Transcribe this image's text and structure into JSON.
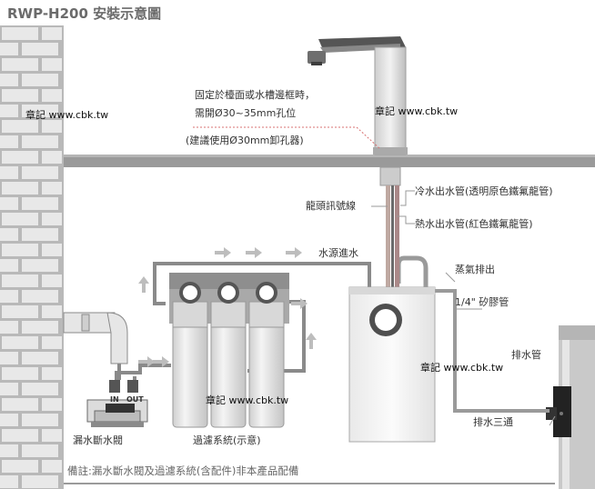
{
  "title": "RWP-H200 安裝示意圖",
  "labels": {
    "install_line1": "固定於檯面或水槽邊框時，",
    "install_line2": "需開Ø30~35mm孔位",
    "install_line3": "(建議使用Ø30mm卸孔器)",
    "cold_pipe": "冷水出水管(透明原色鐵氟龍管)",
    "signal_wire": "龍頭訊號線",
    "hot_pipe": "熱水出水管(紅色鐵氟龍管)",
    "water_inlet": "水源進水",
    "steam_outlet": "蒸氣排出",
    "silicone_tube": "1/4\"  矽膠管",
    "drain_pipe": "排水管",
    "drain_tee": "排水三通",
    "leak_valve": "漏水斷水閥",
    "filter_system": "過濾系統(示意)",
    "valve_in": "IN",
    "valve_out": "OUT"
  },
  "watermarks": [
    "章記 www.cbk.tw",
    "章記 www.cbk.tw",
    "章記 www.cbk.tw",
    "章記 www.cbk.tw"
  ],
  "footnote": "備註:漏水斷水閥及過濾系統(含配件)非本產品配備"
}
